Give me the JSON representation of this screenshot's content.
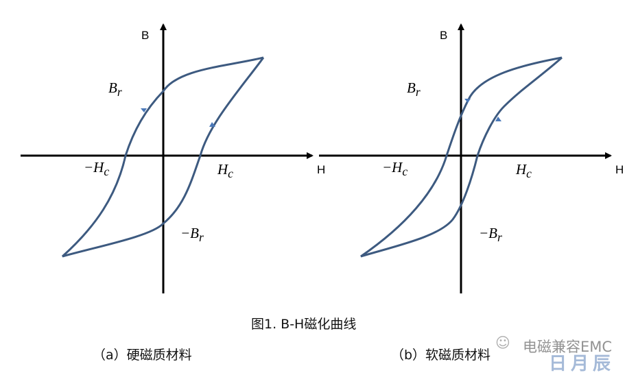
{
  "figure": {
    "title": "图1. B-H磁化曲线",
    "curve_color": "#3d5a80",
    "plots": [
      {
        "caption": "（a）硬磁质材料",
        "y_axis": "B",
        "x_axis": "H",
        "remanence": "B",
        "remanence_sub": "r",
        "neg_remanence": "−B",
        "coercivity": "H",
        "coercivity_sub": "c",
        "neg_coercivity": "−H"
      },
      {
        "caption": "（b）软磁质材料",
        "y_axis": "B",
        "x_axis": "H",
        "remanence": "B",
        "remanence_sub": "r",
        "neg_remanence": "−B",
        "coercivity": "H",
        "coercivity_sub": "c",
        "neg_coercivity": "−H"
      }
    ]
  },
  "watermark": {
    "text": "电磁兼容EMC",
    "brand": "日月辰"
  }
}
